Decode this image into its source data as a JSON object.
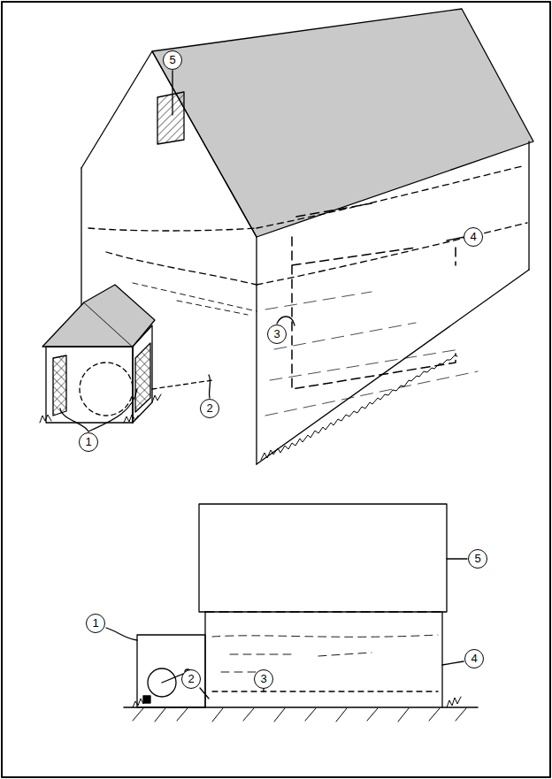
{
  "diagram": {
    "labels": [
      "5",
      "4",
      "3",
      "2",
      "1",
      "5",
      "1",
      "4",
      "2",
      "3"
    ]
  }
}
